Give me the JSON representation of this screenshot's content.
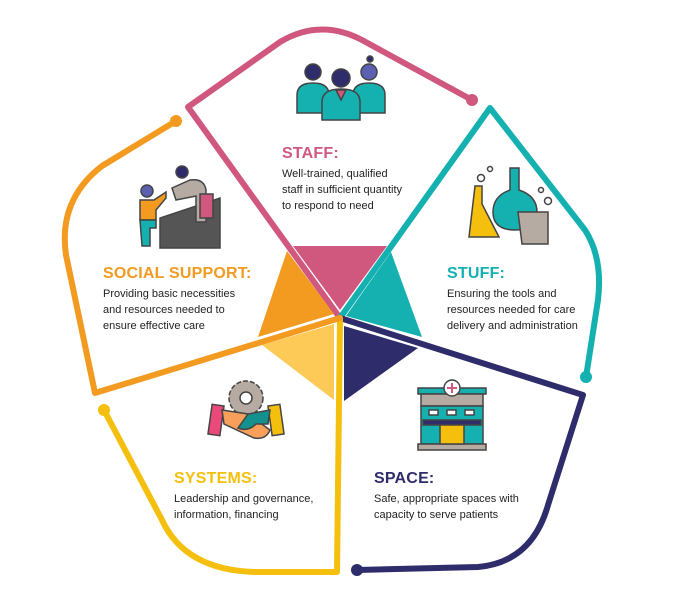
{
  "colors": {
    "staff": "#d0587e",
    "stuff": "#14b1b0",
    "space": "#2f2c6b",
    "systems": "#f5bf0e",
    "social": "#f39a20",
    "systems_light": "#fdca57"
  },
  "sections": {
    "staff": {
      "title": "STAFF:",
      "lines": [
        "Well-trained, qualified",
        "staff in sufficient quantity",
        "to respond to need"
      ],
      "icon": "medical-staff-icon"
    },
    "stuff": {
      "title": "STUFF:",
      "lines": [
        "Ensuring the tools and",
        "resources needed for care",
        "delivery and administration"
      ],
      "icon": "lab-flasks-icon"
    },
    "space": {
      "title": "SPACE:",
      "lines": [
        "Safe, appropriate spaces with",
        "capacity to serve patients"
      ],
      "icon": "hospital-building-icon"
    },
    "systems": {
      "title": "SYSTEMS:",
      "lines": [
        "Leadership and governance,",
        "information, financing"
      ],
      "icon": "handshake-gear-icon"
    },
    "social": {
      "title": "SOCIAL SUPPORT:",
      "lines": [
        "Providing basic necessities",
        "and resources needed to",
        "ensure effective care"
      ],
      "icon": "helping-hand-icon"
    }
  }
}
